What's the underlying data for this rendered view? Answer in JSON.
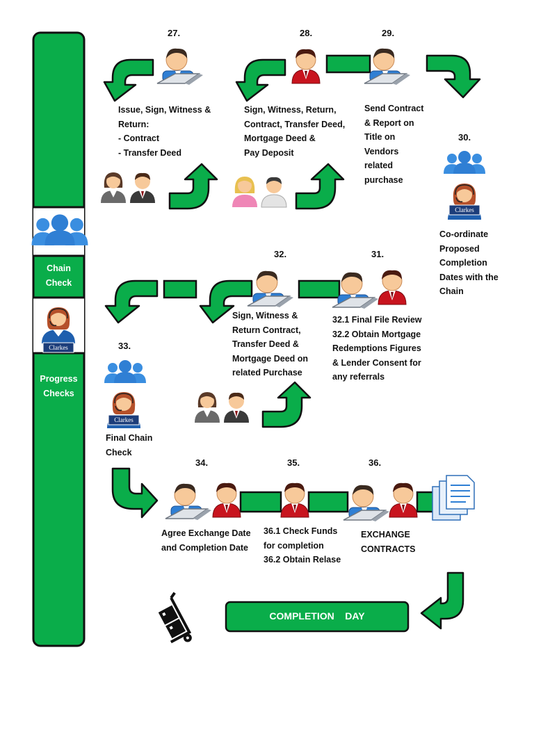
{
  "sidebar": {
    "chain_check": [
      "Chain",
      "Check"
    ],
    "progress_checks": [
      "Progress",
      "Checks"
    ],
    "brand": "Clarkes"
  },
  "steps": {
    "s27": {
      "number": "27.",
      "lines": [
        "Issue, Sign, Witness &",
        "Return:",
        "- Contract",
        "- Transfer Deed"
      ]
    },
    "s28": {
      "number": "28.",
      "lines": [
        "Sign, Witness, Return,",
        "Contract, Transfer Deed,",
        "Mortgage Deed &",
        "Pay Deposit"
      ]
    },
    "s29": {
      "number": "29.",
      "lines": [
        "Send Contract",
        "& Report on",
        "Title on",
        "Vendors",
        "related",
        "purchase"
      ]
    },
    "s30": {
      "number": "30.",
      "lines": [
        "Co-ordinate",
        "Proposed",
        "Completion",
        "Dates with the",
        "Chain"
      ]
    },
    "s31": {
      "number": "31.",
      "lines": [
        "32.1 Final File Review",
        "32.2 Obtain Mortgage",
        "Redemptions Figures",
        "& Lender Consent for",
        "any referrals"
      ]
    },
    "s32": {
      "number": "32.",
      "lines": [
        "Sign, Witness &",
        "Return Contract,",
        "Transfer Deed &",
        "Mortgage Deed on",
        "related Purchase"
      ]
    },
    "s33": {
      "number": "33.",
      "lines": [
        "Final Chain",
        "Check"
      ]
    },
    "s34": {
      "number": "34.",
      "lines": [
        "Agree Exchange Date",
        "and Completion Date"
      ]
    },
    "s35": {
      "number": "35.",
      "lines": [
        "36.1 Check Funds",
        "for completion",
        "36.2 Obtain Relase"
      ]
    },
    "s36": {
      "number": "36.",
      "lines": [
        "EXCHANGE",
        "CONTRACTS"
      ]
    }
  },
  "completion": {
    "label": "COMPLETION    DAY"
  },
  "colors": {
    "green": "#0aad4a",
    "outline": "#111111",
    "blue": "#2f7fd4",
    "red": "#c8141e",
    "skin": "#f7c99a"
  },
  "icons": [
    "laptop-person-icon",
    "red-tie-person-icon",
    "group-icon",
    "operator-icon",
    "client-couple-icon",
    "document-stack-icon",
    "hand-truck-icon"
  ]
}
